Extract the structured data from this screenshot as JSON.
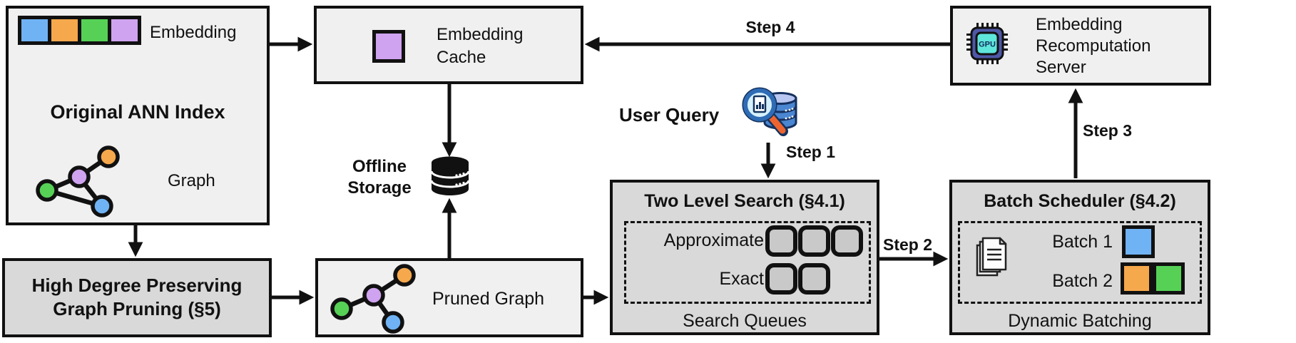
{
  "original_index": {
    "embedding_label": "Embedding",
    "title": "Original ANN Index",
    "graph_label": "Graph"
  },
  "embedding_cache": {
    "label": "Embedding Cache"
  },
  "offline_storage": {
    "label": "Offline Storage"
  },
  "user_query": {
    "label": "User Query"
  },
  "recomputation_server": {
    "label": "Embedding Recomputation Server",
    "chip_label": "GPU"
  },
  "two_level_search": {
    "title": "Two Level Search (§4.1)",
    "approximate_label": "Approximate",
    "exact_label": "Exact",
    "footer": "Search Queues",
    "approximate_queue_count": 3,
    "exact_queue_count": 2
  },
  "batch_scheduler": {
    "title": "Batch Scheduler (§4.2)",
    "batch1_label": "Batch 1",
    "batch2_label": "Batch 2",
    "footer": "Dynamic Batching"
  },
  "graph_pruning": {
    "line1": "High Degree Preserving",
    "line2": "Graph Pruning (§5)"
  },
  "pruned_graph": {
    "label": "Pruned Graph"
  },
  "steps": {
    "step1": "Step 1",
    "step2": "Step 2",
    "step3": "Step 3",
    "step4": "Step 4"
  },
  "colors": {
    "blue": "#6fb3f4",
    "orange": "#f6a84c",
    "green": "#56d156",
    "purple": "#cfa3f0",
    "box_light": "#f0f0f0",
    "box_dark": "#d9d9d9",
    "chip_body": "#4e58a6",
    "chip_inner": "#5fe6db",
    "db_blue": "#4a86d1",
    "db_top": "#b9c6f2",
    "handle_orange": "#ee6430"
  },
  "embedding_colors": [
    "#6fb3f4",
    "#f6a84c",
    "#56d156",
    "#cfa3f0"
  ],
  "icons": {
    "offline_storage": "database-icon",
    "user_query": "magnifier-document-database-icon",
    "recomputation_server": "gpu-chip-icon",
    "batch_scheduler": "stacked-documents-icon"
  }
}
